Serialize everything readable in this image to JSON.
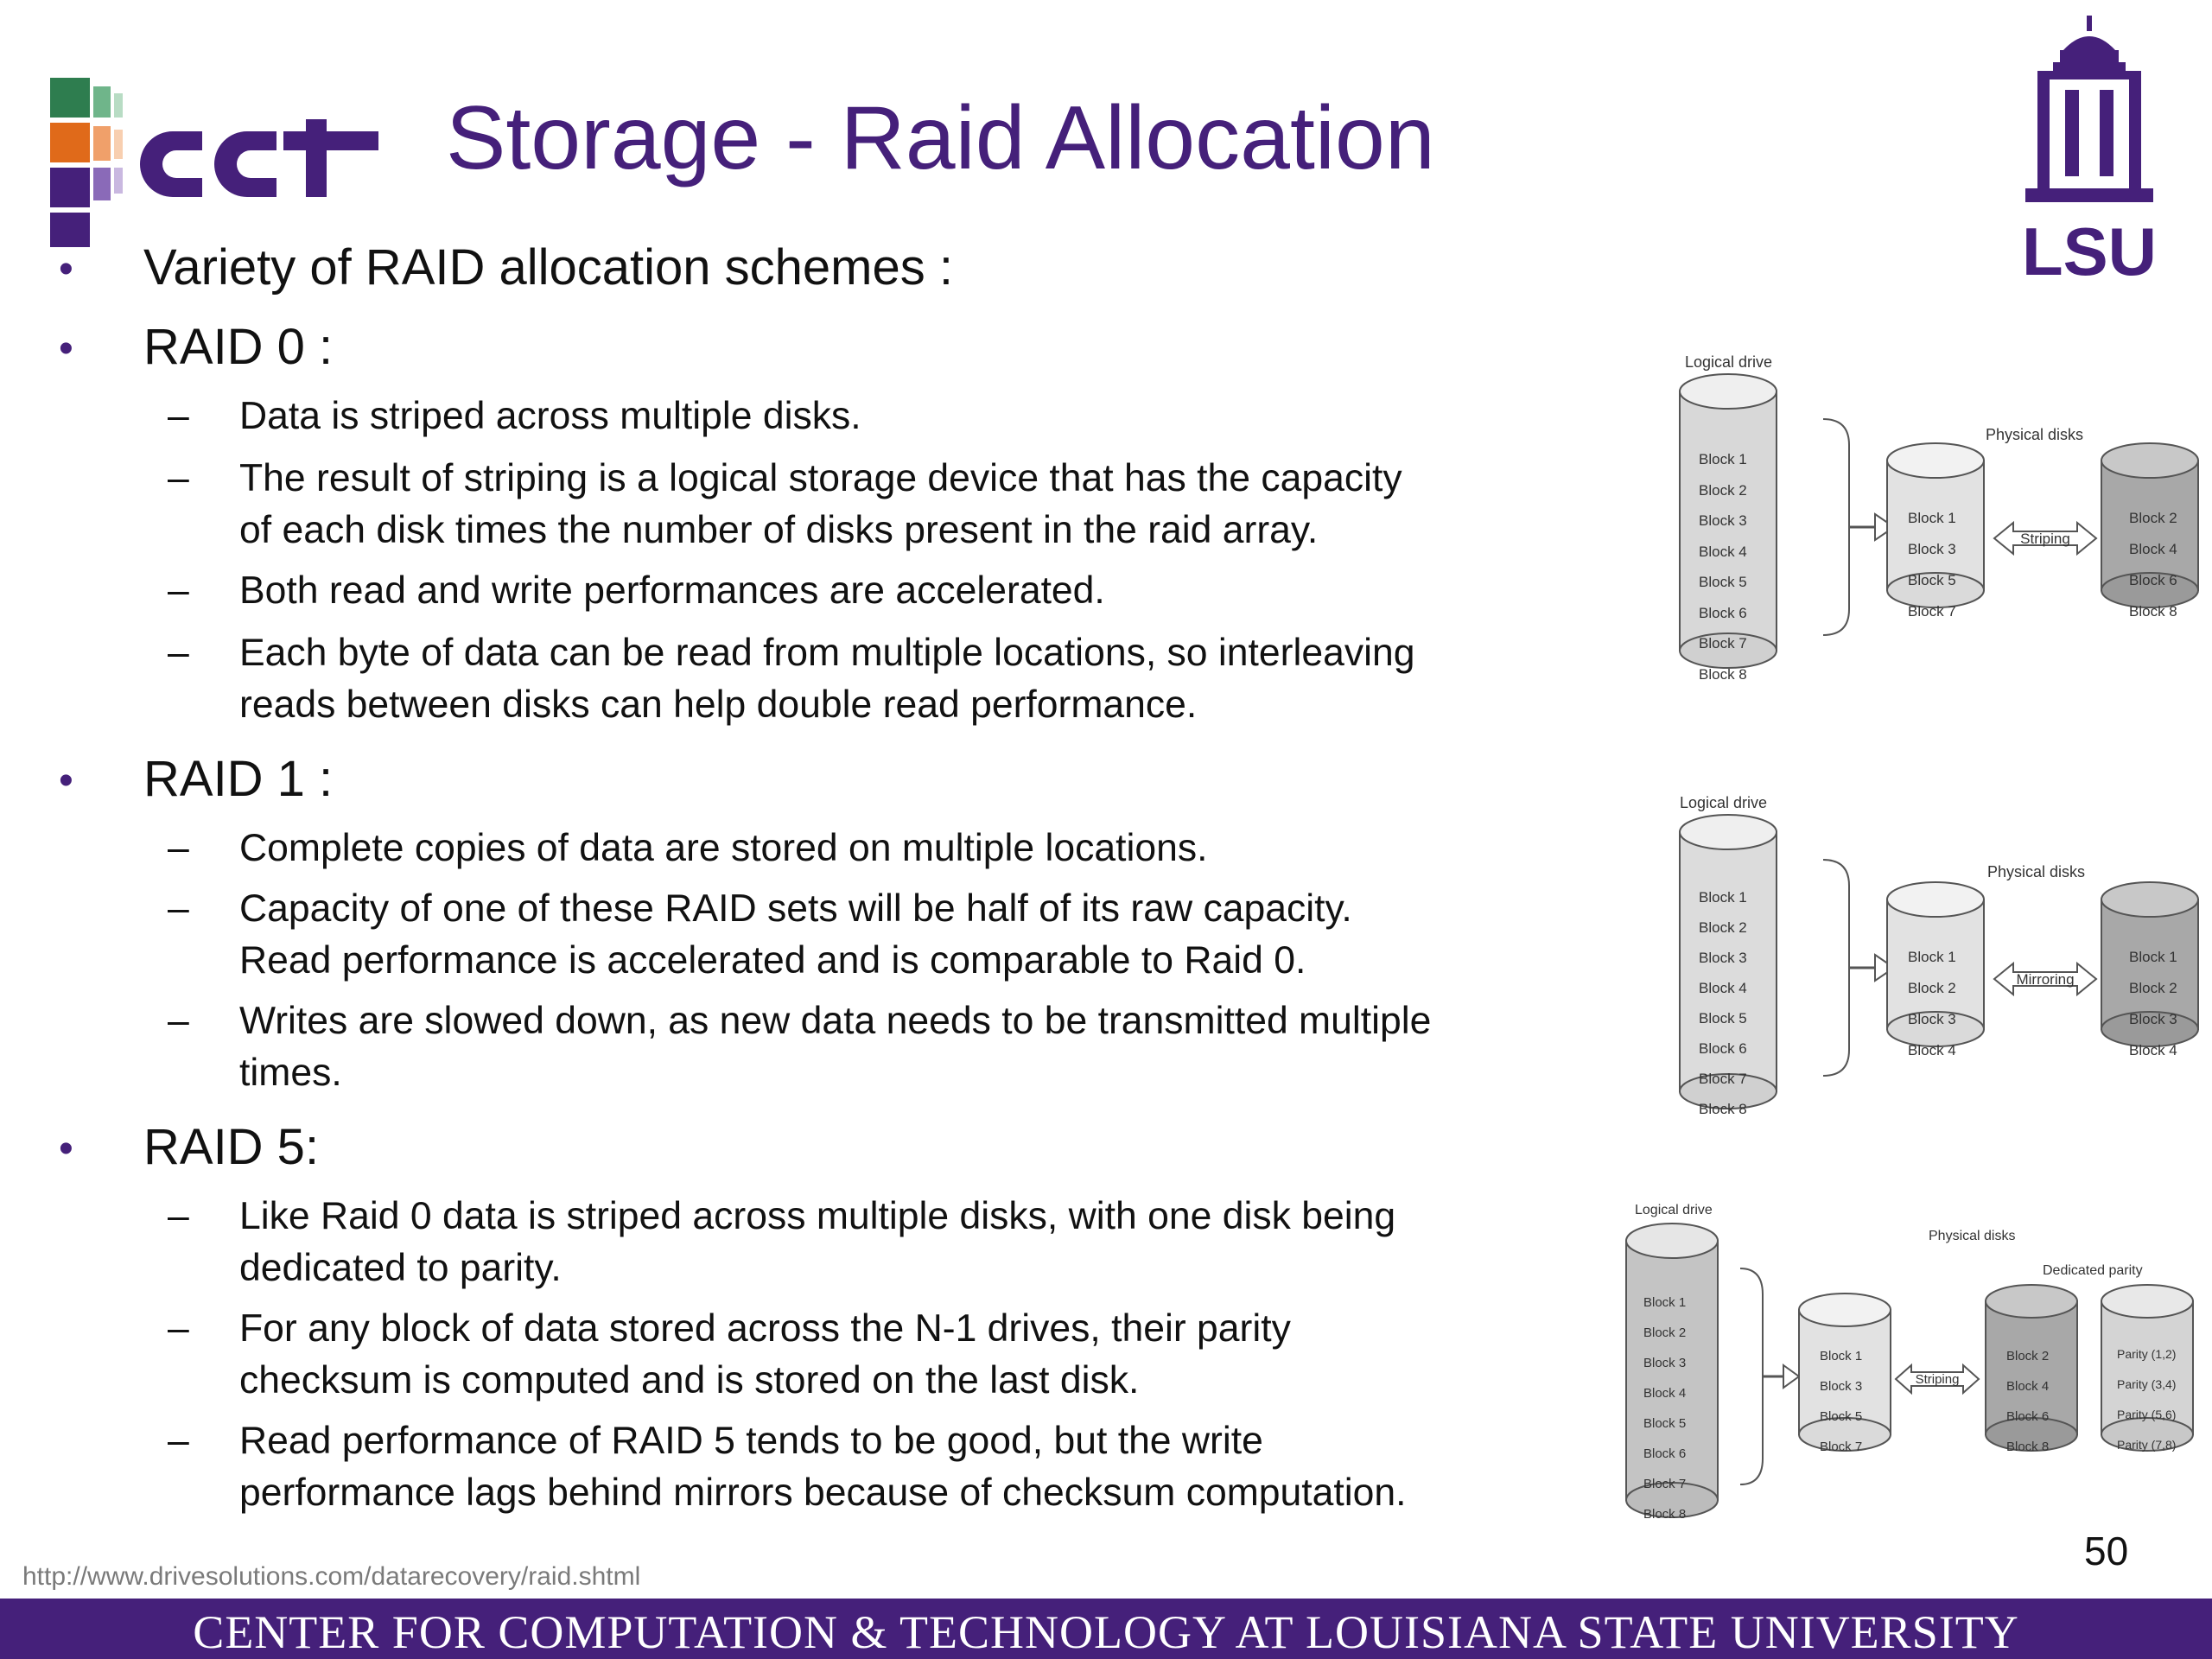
{
  "title": "Storage - Raid Allocation",
  "logos": {
    "left": "cct",
    "right": "LSU"
  },
  "bullets": [
    {
      "text": "Variety of RAID allocation schemes :"
    },
    {
      "text": "RAID 0 :"
    },
    {
      "text": "RAID 1 :"
    },
    {
      "text": "RAID 5:"
    }
  ],
  "raid0_items": [
    [
      "Data is striped across multiple disks."
    ],
    [
      "The result of striping is a logical storage device that has the capacity",
      "of each disk times the number of disks present in the raid array."
    ],
    [
      "Both read and write performances are accelerated."
    ],
    [
      "Each byte of data can be read from multiple locations, so interleaving",
      "reads between disks can help double read performance."
    ]
  ],
  "raid1_items": [
    [
      "Complete copies of data are stored on multiple locations."
    ],
    [
      "Capacity of one of these RAID sets will be half of its raw capacity.",
      "Read performance is accelerated and is comparable to Raid 0."
    ],
    [
      "Writes are slowed down, as new data needs to be transmitted multiple",
      "times."
    ]
  ],
  "raid5_items": [
    [
      "Like Raid 0 data is striped across multiple disks, with one disk being",
      "dedicated to parity."
    ],
    [
      "For any block of data stored across the N-1 drives, their parity",
      "checksum is computed and is stored on the last disk."
    ],
    [
      "Read performance of RAID 5 tends to be good, but the write",
      "performance lags behind mirrors because of checksum computation."
    ]
  ],
  "diagrams": {
    "raid0": {
      "logical_label": "Logical drive",
      "physical_label": "Physical disks",
      "arrow_label": "Striping",
      "logical_blocks": [
        "Block 1",
        "Block 2",
        "Block 3",
        "Block 4",
        "Block 5",
        "Block 6",
        "Block 7",
        "Block 8"
      ],
      "disk_a": [
        "Block 1",
        "Block 3",
        "Block 5",
        "Block 7"
      ],
      "disk_b": [
        "Block 2",
        "Block 4",
        "Block 6",
        "Block 8"
      ]
    },
    "raid1": {
      "logical_label": "Logical drive",
      "physical_label": "Physical disks",
      "arrow_label": "Mirroring",
      "logical_blocks": [
        "Block 1",
        "Block 2",
        "Block 3",
        "Block 4",
        "Block 5",
        "Block 6",
        "Block 7",
        "Block 8"
      ],
      "disk_a": [
        "Block 1",
        "Block 2",
        "Block 3",
        "Block 4"
      ],
      "disk_b": [
        "Block 1",
        "Block 2",
        "Block 3",
        "Block 4"
      ]
    },
    "raid5": {
      "logical_label": "Logical drive",
      "physical_label": "Physical disks",
      "parity_label": "Dedicated parity",
      "arrow_label": "Striping",
      "logical_blocks": [
        "Block 1",
        "Block 2",
        "Block 3",
        "Block 4",
        "Block 5",
        "Block 6",
        "Block 7",
        "Block 8"
      ],
      "disk_a": [
        "Block 1",
        "Block 3",
        "Block 5",
        "Block 7"
      ],
      "disk_b": [
        "Block 2",
        "Block 4",
        "Block 6",
        "Block 8"
      ],
      "disk_c": [
        "Parity (1,2)",
        "Parity (3,4)",
        "Parity (5,6)",
        "Parity (7,8)"
      ]
    }
  },
  "source_url": "http://www.drivesolutions.com/datarecovery/raid.shtml",
  "page_number": "50",
  "footer": "CENTER FOR COMPUTATION & TECHNOLOGY AT LOUISIANA STATE UNIVERSITY",
  "colors": {
    "brand_purple": "#45207a",
    "footer_text": "#ffffff"
  }
}
